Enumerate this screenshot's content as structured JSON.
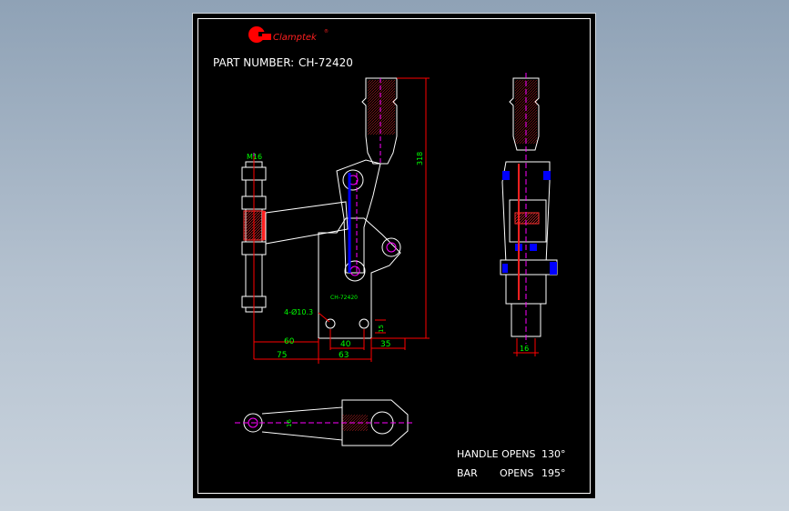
{
  "logo": {
    "text": "Clamptek",
    "registered": "®"
  },
  "part_number": {
    "label": "PART NUMBER:",
    "value": "CH-72420"
  },
  "dimensions": {
    "thread": "M16",
    "height": "318",
    "holes": "4-Ø10.3",
    "d60": "60",
    "d40": "40",
    "d35": "35",
    "d75": "75",
    "d63": "63",
    "d15": "15",
    "d16_side": "16",
    "d16_top": "16"
  },
  "body_label": "CH-72420",
  "specs": {
    "handle_label": "HANDLE OPENS",
    "handle_value": "130°",
    "bar_label": "BAR",
    "bar_opens": "OPENS",
    "bar_value": "195°"
  },
  "colors": {
    "background": "#000000",
    "outline": "#ffffff",
    "dimension": "#ff0000",
    "dimension_text": "#00ff00",
    "centerline": "#ff00ff",
    "bolt": "#0000ff",
    "logo": "#ff0000"
  }
}
